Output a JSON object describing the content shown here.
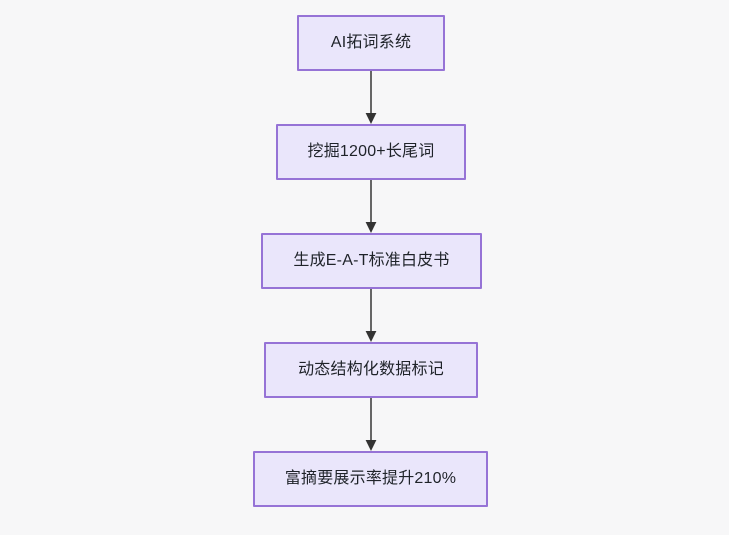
{
  "diagram": {
    "type": "flowchart",
    "direction": "top-to-bottom",
    "background_color": "#f7f7f8",
    "node_fill_color": "#eae6fb",
    "node_border_color": "#9673d6",
    "node_text_color": "#1f2329",
    "edge_color": "#666666",
    "arrowhead_color": "#333333",
    "nodes": [
      {
        "id": "n1",
        "label": "AI拓词系统"
      },
      {
        "id": "n2",
        "label": "挖掘1200+长尾词"
      },
      {
        "id": "n3",
        "label": "生成E-A-T标准白皮书"
      },
      {
        "id": "n4",
        "label": "动态结构化数据标记"
      },
      {
        "id": "n5",
        "label": "富摘要展示率提升210%"
      }
    ],
    "edges": [
      {
        "from": "n1",
        "to": "n2",
        "label": ""
      },
      {
        "from": "n2",
        "to": "n3",
        "label": ""
      },
      {
        "from": "n3",
        "to": "n4",
        "label": ""
      },
      {
        "from": "n4",
        "to": "n5",
        "label": ""
      }
    ]
  }
}
